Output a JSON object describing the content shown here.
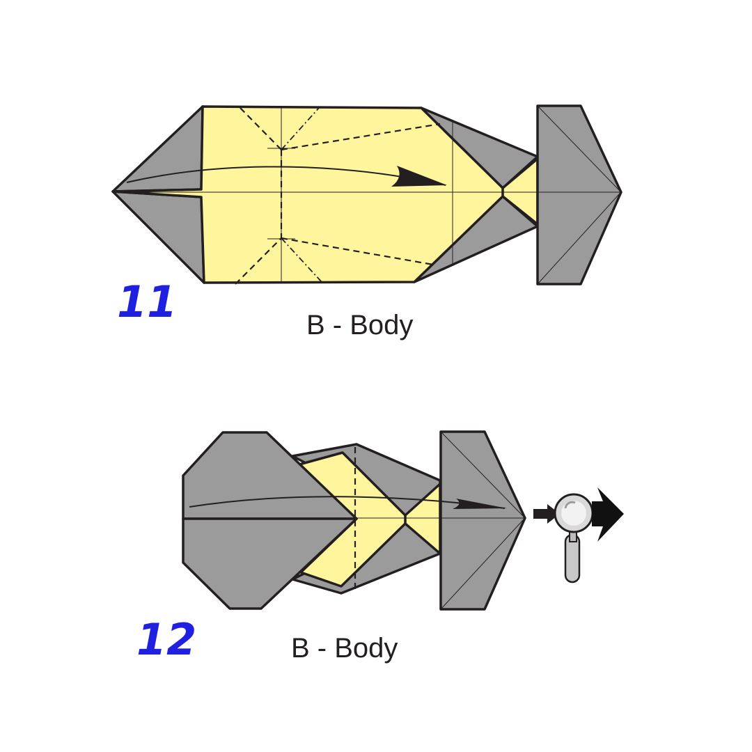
{
  "steps": [
    {
      "number": "11",
      "caption": "B - Body"
    },
    {
      "number": "12",
      "caption": "B - Body"
    }
  ],
  "colors": {
    "paper_front": "#fff59d",
    "paper_back": "#9b9b9b",
    "outline": "#231f20",
    "step_number": "#2020e0"
  },
  "icons": {
    "step11_arrow": "fold-arrow-icon",
    "step12_arrow": "fold-arrow-icon",
    "zoom": "magnifying-glass-icon",
    "next": "push-arrow-icon"
  }
}
